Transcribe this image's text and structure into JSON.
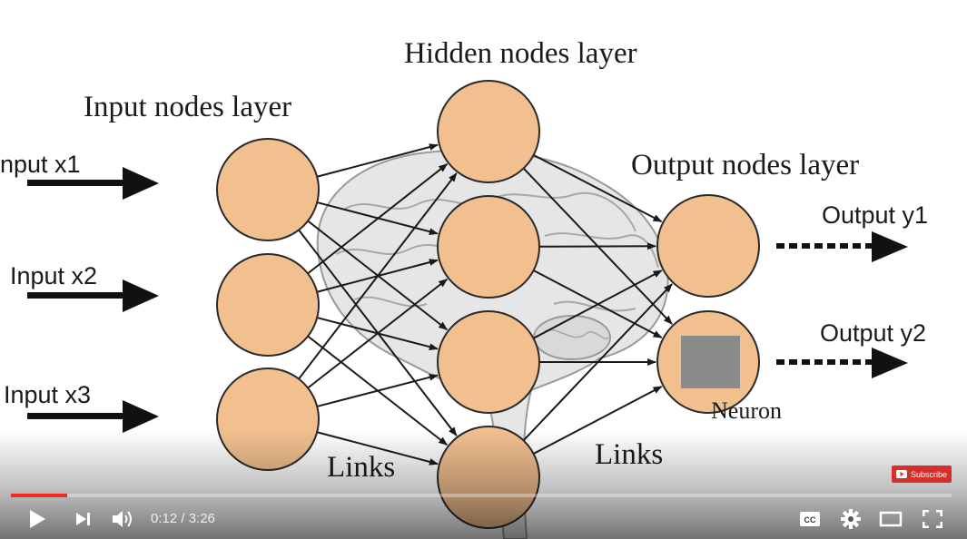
{
  "diagram": {
    "layer_titles": {
      "input": "Input nodes layer",
      "hidden": "Hidden nodes layer",
      "output": "Output nodes layer"
    },
    "inputs": [
      "nput x1",
      "Input x2",
      "Input x3"
    ],
    "outputs": [
      "Output y1",
      "Output y2"
    ],
    "links_label": "Links",
    "neuron_label": "Neuron",
    "colors": {
      "node_fill": "#f2c08f",
      "node_stroke": "#2a2a2a",
      "neuron_square": "#8a8a8a"
    }
  },
  "player": {
    "current_time": "0:12",
    "duration": "3:26",
    "time_display": "0:12 / 3:26",
    "progress_fraction": 0.06,
    "subscribe_label": "Subscribe",
    "colors": {
      "progress": "#f12b24",
      "subscribe_bg": "#d3302d"
    },
    "icons": [
      "play-icon",
      "next-icon",
      "volume-icon",
      "captions-icon",
      "settings-icon",
      "theater-icon",
      "fullscreen-icon"
    ]
  }
}
